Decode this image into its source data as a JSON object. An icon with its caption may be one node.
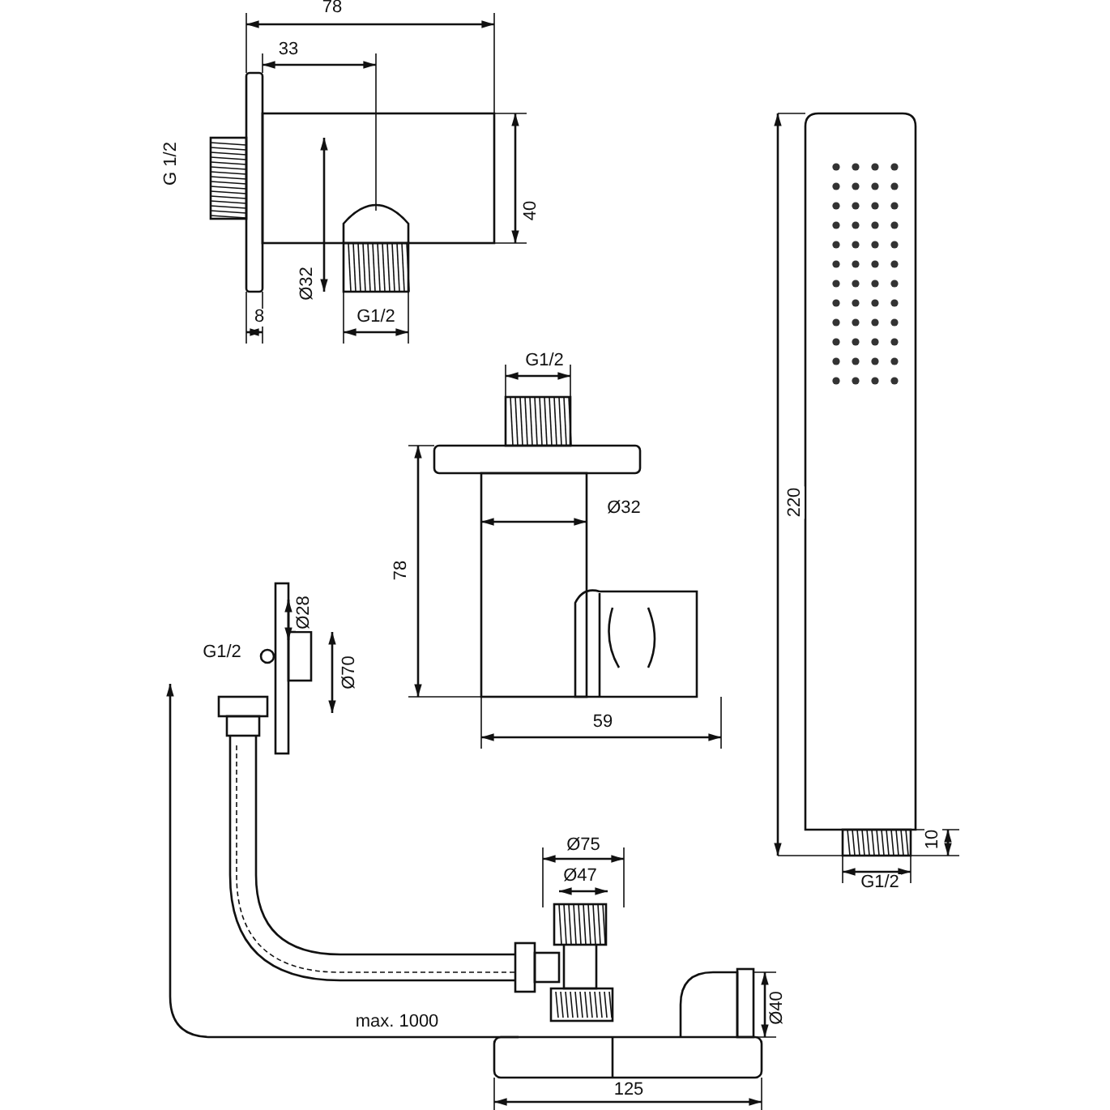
{
  "diagram": {
    "labels": [
      "78",
      "33",
      "G 1/2",
      "40",
      "Ø32",
      "8",
      "G1/2",
      "G1/2",
      "220",
      "Ø32",
      "78",
      "Ø28",
      "G1/2",
      "Ø70",
      "59",
      "10",
      "G1/2",
      "Ø75",
      "Ø47",
      "Ø40",
      "max. 1000",
      "125"
    ]
  }
}
